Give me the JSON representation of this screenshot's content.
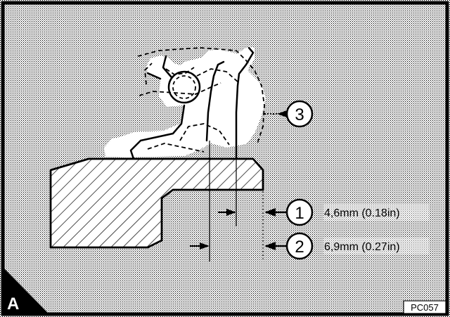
{
  "figure": {
    "panel_letter": "A",
    "code": "PC057"
  },
  "callouts": [
    {
      "number": "1",
      "text": "4,6mm (0.18in)"
    },
    {
      "number": "2",
      "text": "6,9mm (0.27in)"
    },
    {
      "number": "3",
      "text": ""
    }
  ],
  "colors": {
    "background_dots": "#000000",
    "border": "#000000",
    "part_fill": "#ffffff"
  }
}
